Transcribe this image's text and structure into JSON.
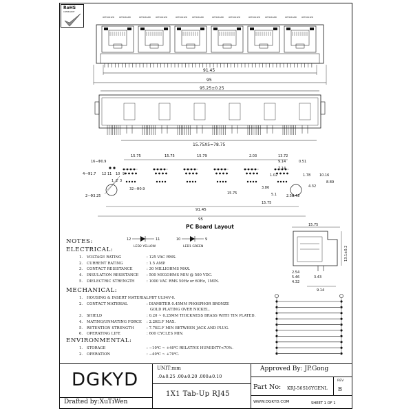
{
  "rohs": {
    "label": "RoHS",
    "sub": "COMPLIANT"
  },
  "front_view": {
    "port_labels": [
      "OPTION LED",
      "OPTION LED",
      "OPTION LED",
      "OPTION LED",
      "OPTION LED",
      "OPTION LED",
      "OPTION LED",
      "OPTION LED",
      "OPTION LED",
      "OPTION LED",
      "OPTION LED",
      "OPTION LED"
    ],
    "dim_inner": "91.45",
    "dim_outer": "95"
  },
  "bottom_view": {
    "dim_top": "95.25±0.25",
    "dim_pitch": "15.75X5=78.75"
  },
  "pcb": {
    "title": "PC Board Layout",
    "pitch_labels": [
      "15.75",
      "15.75",
      "15.79"
    ],
    "left_labels": {
      "holes16": "16−Φ0.9",
      "holes4": "4−Φ1.7",
      "holes2": "2−Φ3.25",
      "pins32": "32−Φ0.9",
      "pin12": "12",
      "pin11": "11",
      "pin10": "10",
      "pin9": "9",
      "pin1": "1",
      "pin2": "2",
      "pin3": "3"
    },
    "right_dims": [
      "2.03",
      "13.72",
      "9.14",
      "0.51",
      "7.14",
      "1.02",
      "1.78",
      "3.86",
      "5.1",
      "2.54",
      "3.43",
      "4.32",
      "10.16",
      "8.89"
    ],
    "mid_dim": "15.75",
    "bottom_dims": [
      "91.45",
      "95"
    ],
    "extra_dim": "15.75"
  },
  "leds": [
    {
      "pin_left": "12",
      "pin_right": "11",
      "label": "LED2 YELLOW"
    },
    {
      "pin_left": "10",
      "pin_right": "9",
      "label": "LED1 GREEN"
    }
  ],
  "side_view": {
    "dims": [
      "15.75",
      "13.1±0.2",
      "2.54",
      "5.46",
      "4.32",
      "3.43",
      "9.14"
    ]
  },
  "notes": {
    "title": "NOTES:",
    "electrical": {
      "heading": "ELECTRICAL:",
      "items": [
        {
          "n": "1.",
          "label": "VOLTAGE RATING",
          "value": ": 125 VAC RMS."
        },
        {
          "n": "2.",
          "label": "CURRENT RATING",
          "value": ": 1.5 AMP."
        },
        {
          "n": "3.",
          "label": "CONTACT RESISTANCE",
          "value": ": 30 MILLIOHMS MAX."
        },
        {
          "n": "4.",
          "label": "INSULATION RESISTANCE",
          "value": ": 500 MEGOHMS MIN @ 500 VDC."
        },
        {
          "n": "5.",
          "label": "DIELECTRIC STRENGTH",
          "value": ": 1000 VAC RMS 50Hz or 60Hz, 1MIN."
        }
      ]
    },
    "mechanical": {
      "heading": "MECHANICAL:",
      "items": [
        {
          "n": "1.",
          "label": "HOUSING & INSERT MATERIAL",
          "value": ": PBT  UL94V-0."
        },
        {
          "n": "2.",
          "label": "CONTACT MATERIAL",
          "value": ": DIAMETER 0.45MM PHOSPHOR BRONZE",
          "value2": "GOLD PLATING OVER NICKEL."
        },
        {
          "n": "3.",
          "label": "SHIELD",
          "value": ": 0.20 ~ 0.25MM THICKNESS BRASS WITH TIN PLATED."
        },
        {
          "n": "4.",
          "label": "MATING/UNMATING FORCE",
          "value": ": 2.2KG.F MAX."
        },
        {
          "n": "5.",
          "label": "RETENTION STRENGTH",
          "value": ": 7.7KG.F MIN BETWEEN JACK AND PLUG."
        },
        {
          "n": "6.",
          "label": "OPERATING LIFE",
          "value": ": 600 CYCLES MIN."
        }
      ]
    },
    "environmental": {
      "heading": "ENVIRONMENTAL:",
      "items": [
        {
          "n": "1.",
          "label": "STORAGE",
          "value": ": −10℃ ~ +40℃ RELATIVE HUMIDITY<70%."
        },
        {
          "n": "2.",
          "label": "OPERATION",
          "value": ": −40℃ ~ +70℃."
        }
      ]
    }
  },
  "title_block": {
    "company": "DGKYD",
    "drafted": "Drafted by:XuTiWen",
    "unit": "UNIT:mm",
    "tolerance": ".0±0.25   .00±0.20   .000±0.10",
    "product": "1X1 Tab-Up RJ45",
    "approved": "Approved By: JP.Gong",
    "part_label": "Part No:",
    "part_no": "KRJ-56S16YGENL",
    "rev_label": "REV",
    "rev": "B",
    "website": "WWW.DGKYD.COM",
    "sheet": "SHEET  1  OF  1"
  },
  "colors": {
    "ink": "#111111",
    "paper": "#ffffff"
  }
}
